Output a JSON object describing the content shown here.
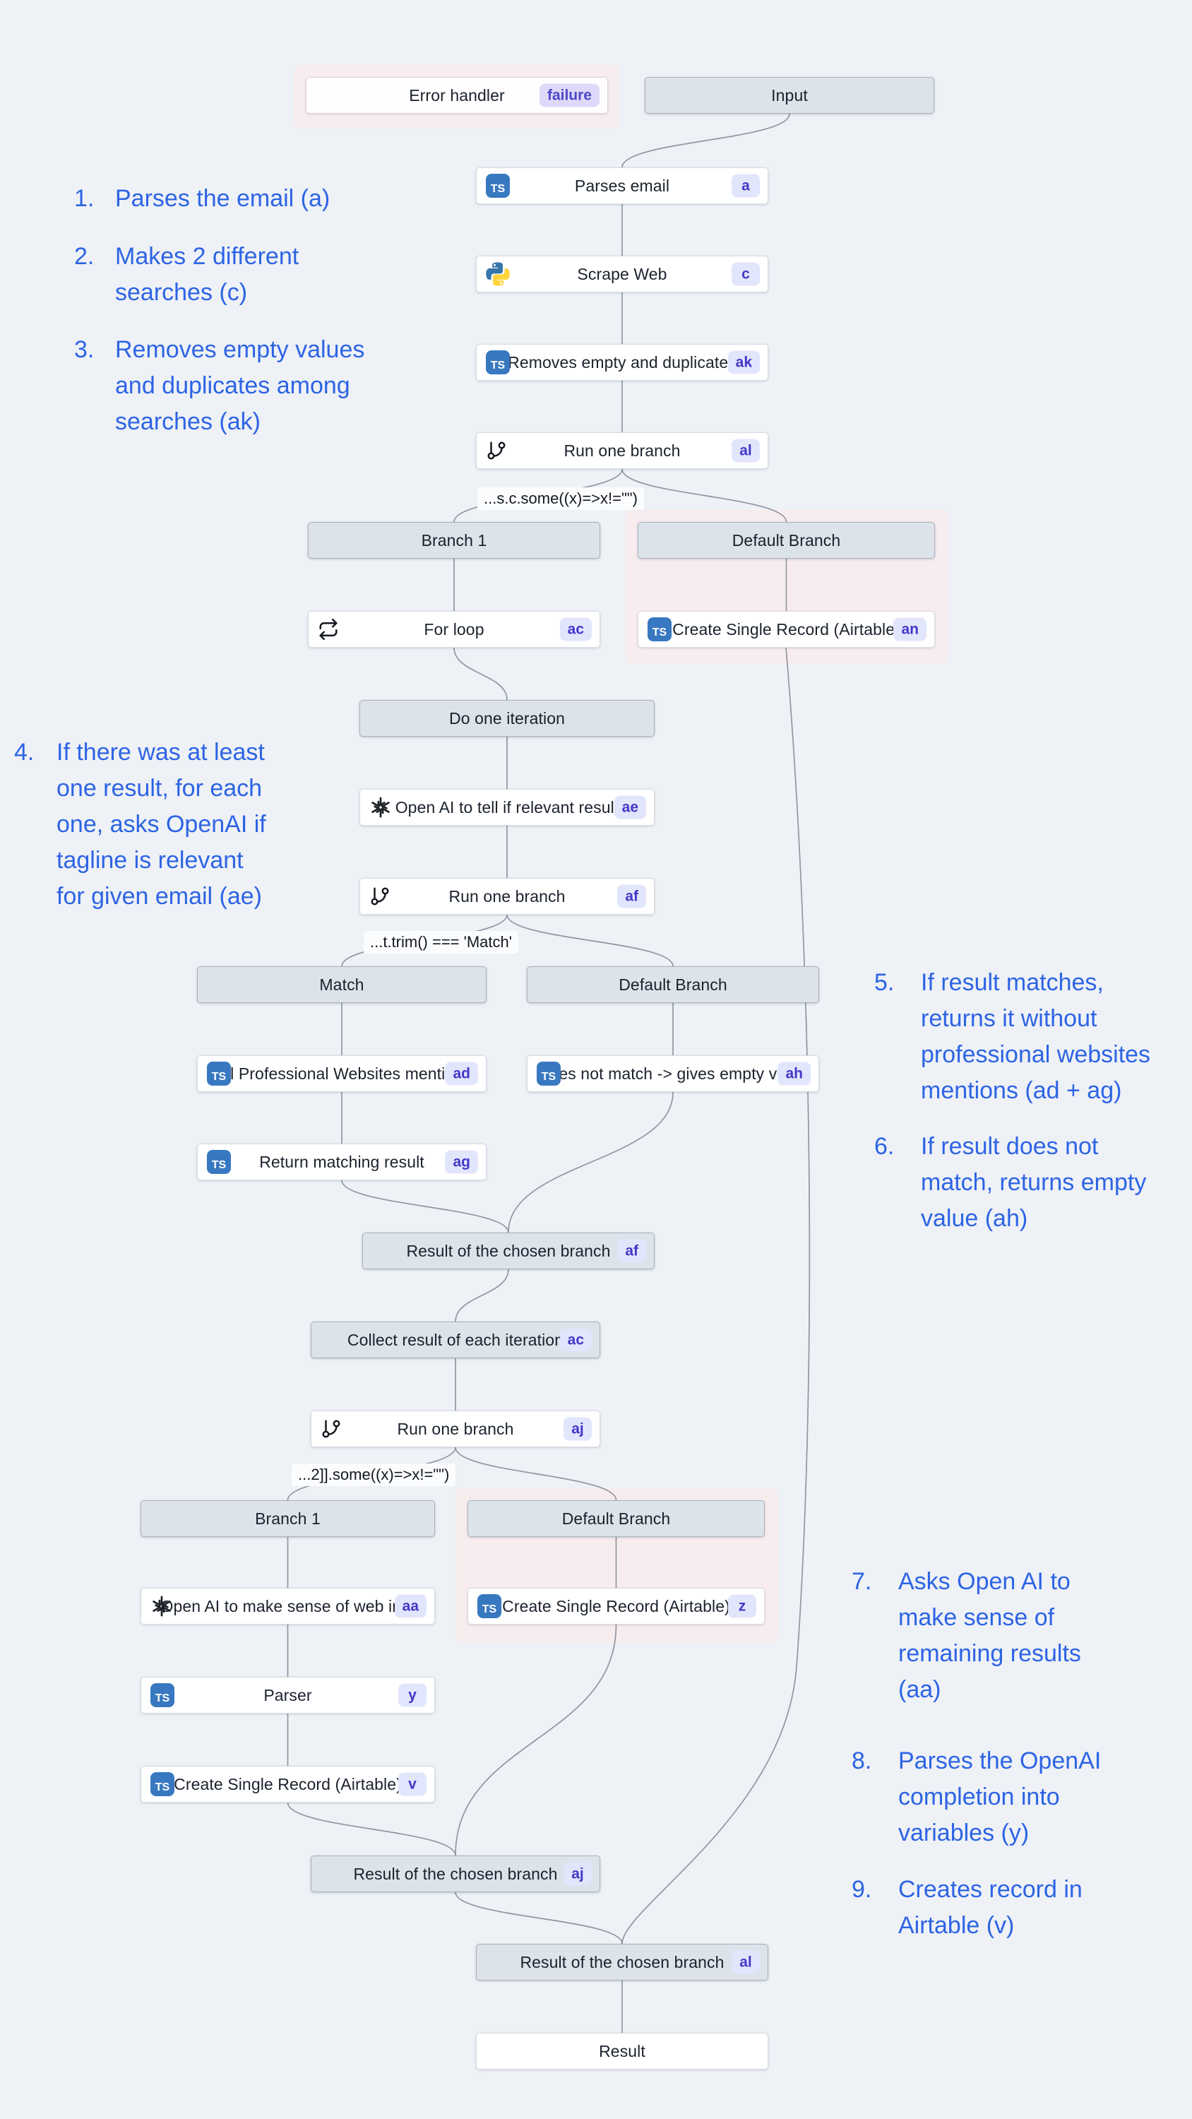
{
  "app": {
    "background": "#eef1f6",
    "annotation_color": "#2d64e4",
    "halo_color": "#f8edee",
    "badge_bg": "#e2e6fc",
    "badge_text_color": "#4238c8"
  },
  "nodes": [
    {
      "id": "error-handler",
      "label": "Error handler",
      "badge": "failure",
      "kind": "errorish",
      "icon": null
    },
    {
      "id": "input",
      "label": "Input",
      "kind": "header"
    },
    {
      "id": "parses-email",
      "label": "Parses email",
      "badge": "a",
      "icon": "typescript",
      "kind": "white"
    },
    {
      "id": "scrape-web",
      "label": "Scrape Web",
      "badge": "c",
      "icon": "python",
      "kind": "white"
    },
    {
      "id": "removes-empty",
      "label": "Removes empty and duplicates",
      "badge": "ak",
      "icon": "typescript",
      "kind": "white"
    },
    {
      "id": "run-one-branch-al",
      "label": "Run one branch",
      "badge": "al",
      "icon": "branch",
      "kind": "white"
    },
    {
      "id": "branch1-top",
      "label": "Branch 1",
      "kind": "header"
    },
    {
      "id": "default-branch-top",
      "label": "Default Branch",
      "kind": "header"
    },
    {
      "id": "for-loop",
      "label": "For loop",
      "badge": "ac",
      "icon": "loop",
      "kind": "white"
    },
    {
      "id": "create-record-an",
      "label": "Create Single Record (Airtable)",
      "badge": "an",
      "icon": "typescript",
      "kind": "white"
    },
    {
      "id": "do-one-iteration",
      "label": "Do one iteration",
      "kind": "header"
    },
    {
      "id": "openai-relevant",
      "label": "Open AI to tell if relevant result",
      "badge": "ae",
      "icon": "openai",
      "kind": "white"
    },
    {
      "id": "run-one-branch-af",
      "label": "Run one branch",
      "badge": "af",
      "icon": "branch",
      "kind": "white"
    },
    {
      "id": "match",
      "label": "Match",
      "kind": "header"
    },
    {
      "id": "default-branch-mid",
      "label": "Default Branch",
      "kind": "header"
    },
    {
      "id": "kill-websites",
      "label": "Kill Professional Websites mentions",
      "badge": "ad",
      "icon": "typescript",
      "kind": "white"
    },
    {
      "id": "does-not-match",
      "label": "Does not match -> gives empty value",
      "badge": "ah",
      "icon": "typescript",
      "kind": "white"
    },
    {
      "id": "return-matching",
      "label": "Return matching result",
      "badge": "ag",
      "icon": "typescript",
      "kind": "white"
    },
    {
      "id": "result-af",
      "label": "Result of the chosen branch",
      "badge": "af",
      "kind": "header"
    },
    {
      "id": "collect-results",
      "label": "Collect result of each iteration",
      "badge": "ac",
      "kind": "header"
    },
    {
      "id": "run-one-branch-aj",
      "label": "Run one branch",
      "badge": "aj",
      "icon": "branch",
      "kind": "white"
    },
    {
      "id": "branch1-bottom",
      "label": "Branch 1",
      "kind": "header"
    },
    {
      "id": "default-branch-bottom",
      "label": "Default Branch",
      "kind": "header"
    },
    {
      "id": "openai-websense",
      "label": "Open AI to make sense of web info",
      "badge": "aa",
      "icon": "openai",
      "kind": "white"
    },
    {
      "id": "create-record-z",
      "label": "Create Single Record (Airtable)",
      "badge": "z",
      "icon": "typescript",
      "kind": "white"
    },
    {
      "id": "parser",
      "label": "Parser",
      "badge": "y",
      "icon": "typescript",
      "kind": "white"
    },
    {
      "id": "create-record-v",
      "label": "Create Single Record (Airtable)",
      "badge": "v",
      "icon": "typescript",
      "kind": "white"
    },
    {
      "id": "result-aj",
      "label": "Result of the chosen branch",
      "badge": "aj",
      "kind": "header"
    },
    {
      "id": "result-al",
      "label": "Result of the chosen branch",
      "badge": "al",
      "kind": "header"
    },
    {
      "id": "result",
      "label": "Result",
      "kind": "white"
    }
  ],
  "edges": [
    {
      "from": "input",
      "to": "parses-email"
    },
    {
      "from": "parses-email",
      "to": "scrape-web"
    },
    {
      "from": "scrape-web",
      "to": "removes-empty"
    },
    {
      "from": "removes-empty",
      "to": "run-one-branch-al"
    },
    {
      "from": "run-one-branch-al",
      "to": "branch1-top"
    },
    {
      "from": "run-one-branch-al",
      "to": "default-branch-top"
    },
    {
      "from": "branch1-top",
      "to": "for-loop"
    },
    {
      "from": "default-branch-top",
      "to": "create-record-an"
    },
    {
      "from": "for-loop",
      "to": "do-one-iteration"
    },
    {
      "from": "do-one-iteration",
      "to": "openai-relevant"
    },
    {
      "from": "openai-relevant",
      "to": "run-one-branch-af"
    },
    {
      "from": "run-one-branch-af",
      "to": "match"
    },
    {
      "from": "run-one-branch-af",
      "to": "default-branch-mid"
    },
    {
      "from": "match",
      "to": "kill-websites"
    },
    {
      "from": "default-branch-mid",
      "to": "does-not-match"
    },
    {
      "from": "kill-websites",
      "to": "return-matching"
    },
    {
      "from": "return-matching",
      "to": "result-af"
    },
    {
      "from": "does-not-match",
      "to": "result-af"
    },
    {
      "from": "result-af",
      "to": "collect-results"
    },
    {
      "from": "collect-results",
      "to": "run-one-branch-aj"
    },
    {
      "from": "run-one-branch-aj",
      "to": "branch1-bottom"
    },
    {
      "from": "run-one-branch-aj",
      "to": "default-branch-bottom"
    },
    {
      "from": "branch1-bottom",
      "to": "openai-websense"
    },
    {
      "from": "default-branch-bottom",
      "to": "create-record-z"
    },
    {
      "from": "openai-websense",
      "to": "parser"
    },
    {
      "from": "parser",
      "to": "create-record-v"
    },
    {
      "from": "create-record-v",
      "to": "result-aj"
    },
    {
      "from": "create-record-z",
      "to": "result-aj"
    },
    {
      "from": "result-aj",
      "to": "result-al"
    },
    {
      "from": "result-al",
      "to": "result"
    },
    {
      "from": "create-record-an",
      "to": "result-al",
      "route": "long-right"
    }
  ],
  "conditions": [
    {
      "id": "cond-al",
      "text": "...s.c.some((x)=>x!=\"\")"
    },
    {
      "id": "cond-af",
      "text": "...t.trim() === 'Match'"
    },
    {
      "id": "cond-aj",
      "text": "...2]].some((x)=>x!=\"\")"
    }
  ],
  "annotations": [
    {
      "num": "1.",
      "lines": [
        "Parses the email (a)"
      ]
    },
    {
      "num": "2.",
      "lines": [
        "Makes 2 different",
        "searches (c)"
      ]
    },
    {
      "num": "3.",
      "lines": [
        "Removes empty values",
        "and duplicates among",
        "searches (ak)"
      ]
    },
    {
      "num": "4.",
      "lines": [
        "If there was at least",
        "one result, for each",
        "one, asks OpenAI if",
        "tagline is relevant",
        "for given email (ae)"
      ]
    },
    {
      "num": "5.",
      "lines": [
        "If result matches,",
        "returns it without",
        "professional websites",
        "mentions (ad + ag)"
      ]
    },
    {
      "num": "6.",
      "lines": [
        "If result does not",
        "match, returns empty",
        "value (ah)"
      ]
    },
    {
      "num": "7.",
      "lines": [
        "Asks Open AI to",
        "make sense of",
        "remaining results",
        "(aa)"
      ]
    },
    {
      "num": "8.",
      "lines": [
        "Parses the OpenAI",
        "completion into",
        "variables (y)"
      ]
    },
    {
      "num": "9.",
      "lines": [
        "Creates record in",
        "Airtable (v)"
      ]
    }
  ]
}
